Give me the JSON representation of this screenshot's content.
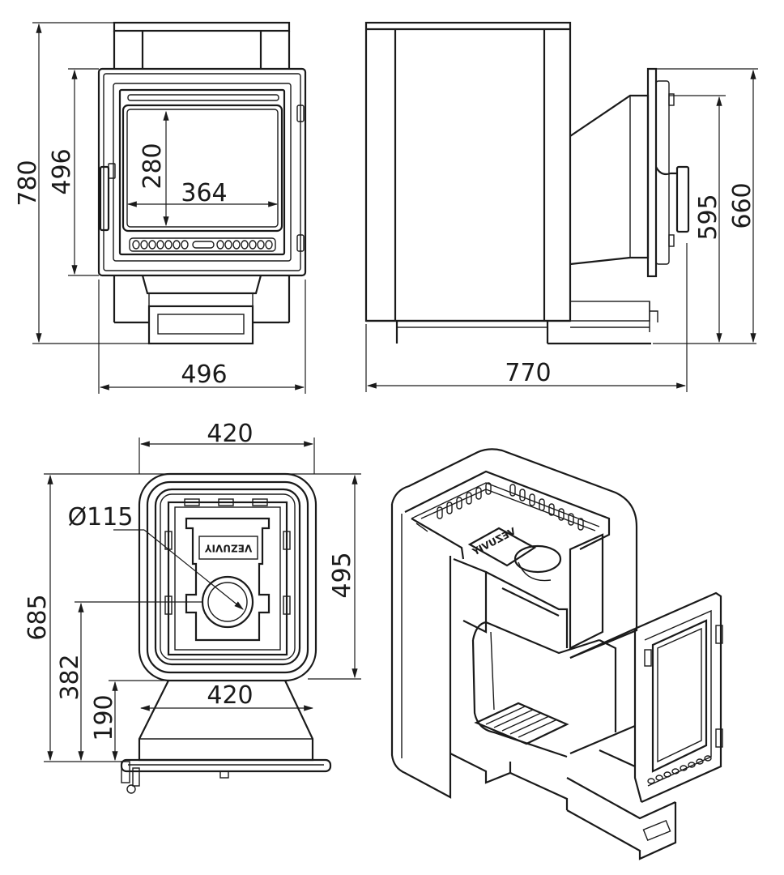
{
  "dimensions": {
    "front": {
      "height_total": "780",
      "height_door": "496",
      "glass_height": "280",
      "glass_width": "364",
      "width": "496"
    },
    "side": {
      "length": "770",
      "height_door": "595",
      "height_total": "660"
    },
    "top": {
      "width_top": "420",
      "diameter": "Ø115",
      "depth_total": "685",
      "depth_body": "495",
      "offset_382": "382",
      "offset_190": "190",
      "width_bottom": "420"
    }
  },
  "brand_mark": "VEZUVIY"
}
